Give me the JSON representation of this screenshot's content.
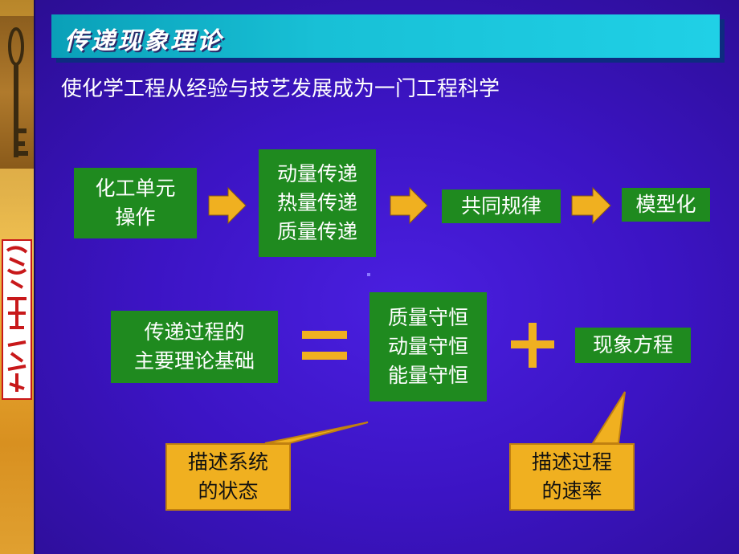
{
  "title": "传递现象理论",
  "subtitle": "使化学工程从经验与技艺发展成为一门工程科学",
  "row1": {
    "box1": [
      "化工单元",
      "操作"
    ],
    "box2": [
      "动量传递",
      "热量传递",
      "质量传递"
    ],
    "box3": "共同规律",
    "box4": "模型化"
  },
  "row2": {
    "box1": [
      "传递过程的",
      "主要理论基础"
    ],
    "equals": "=",
    "box2": [
      "质量守恒",
      "动量守恒",
      "能量守恒"
    ],
    "plus": "+",
    "box3": "现象方程"
  },
  "callouts": {
    "left": [
      "描述系统",
      "的状态"
    ],
    "right": [
      "描述过程",
      "的速率"
    ]
  },
  "colors": {
    "box_green": "#1f8a1f",
    "arrow_orange": "#f0b020",
    "callout_orange": "#f0b020",
    "title_cyan": "#18c0d6",
    "background_blue": "#3c14c4"
  }
}
